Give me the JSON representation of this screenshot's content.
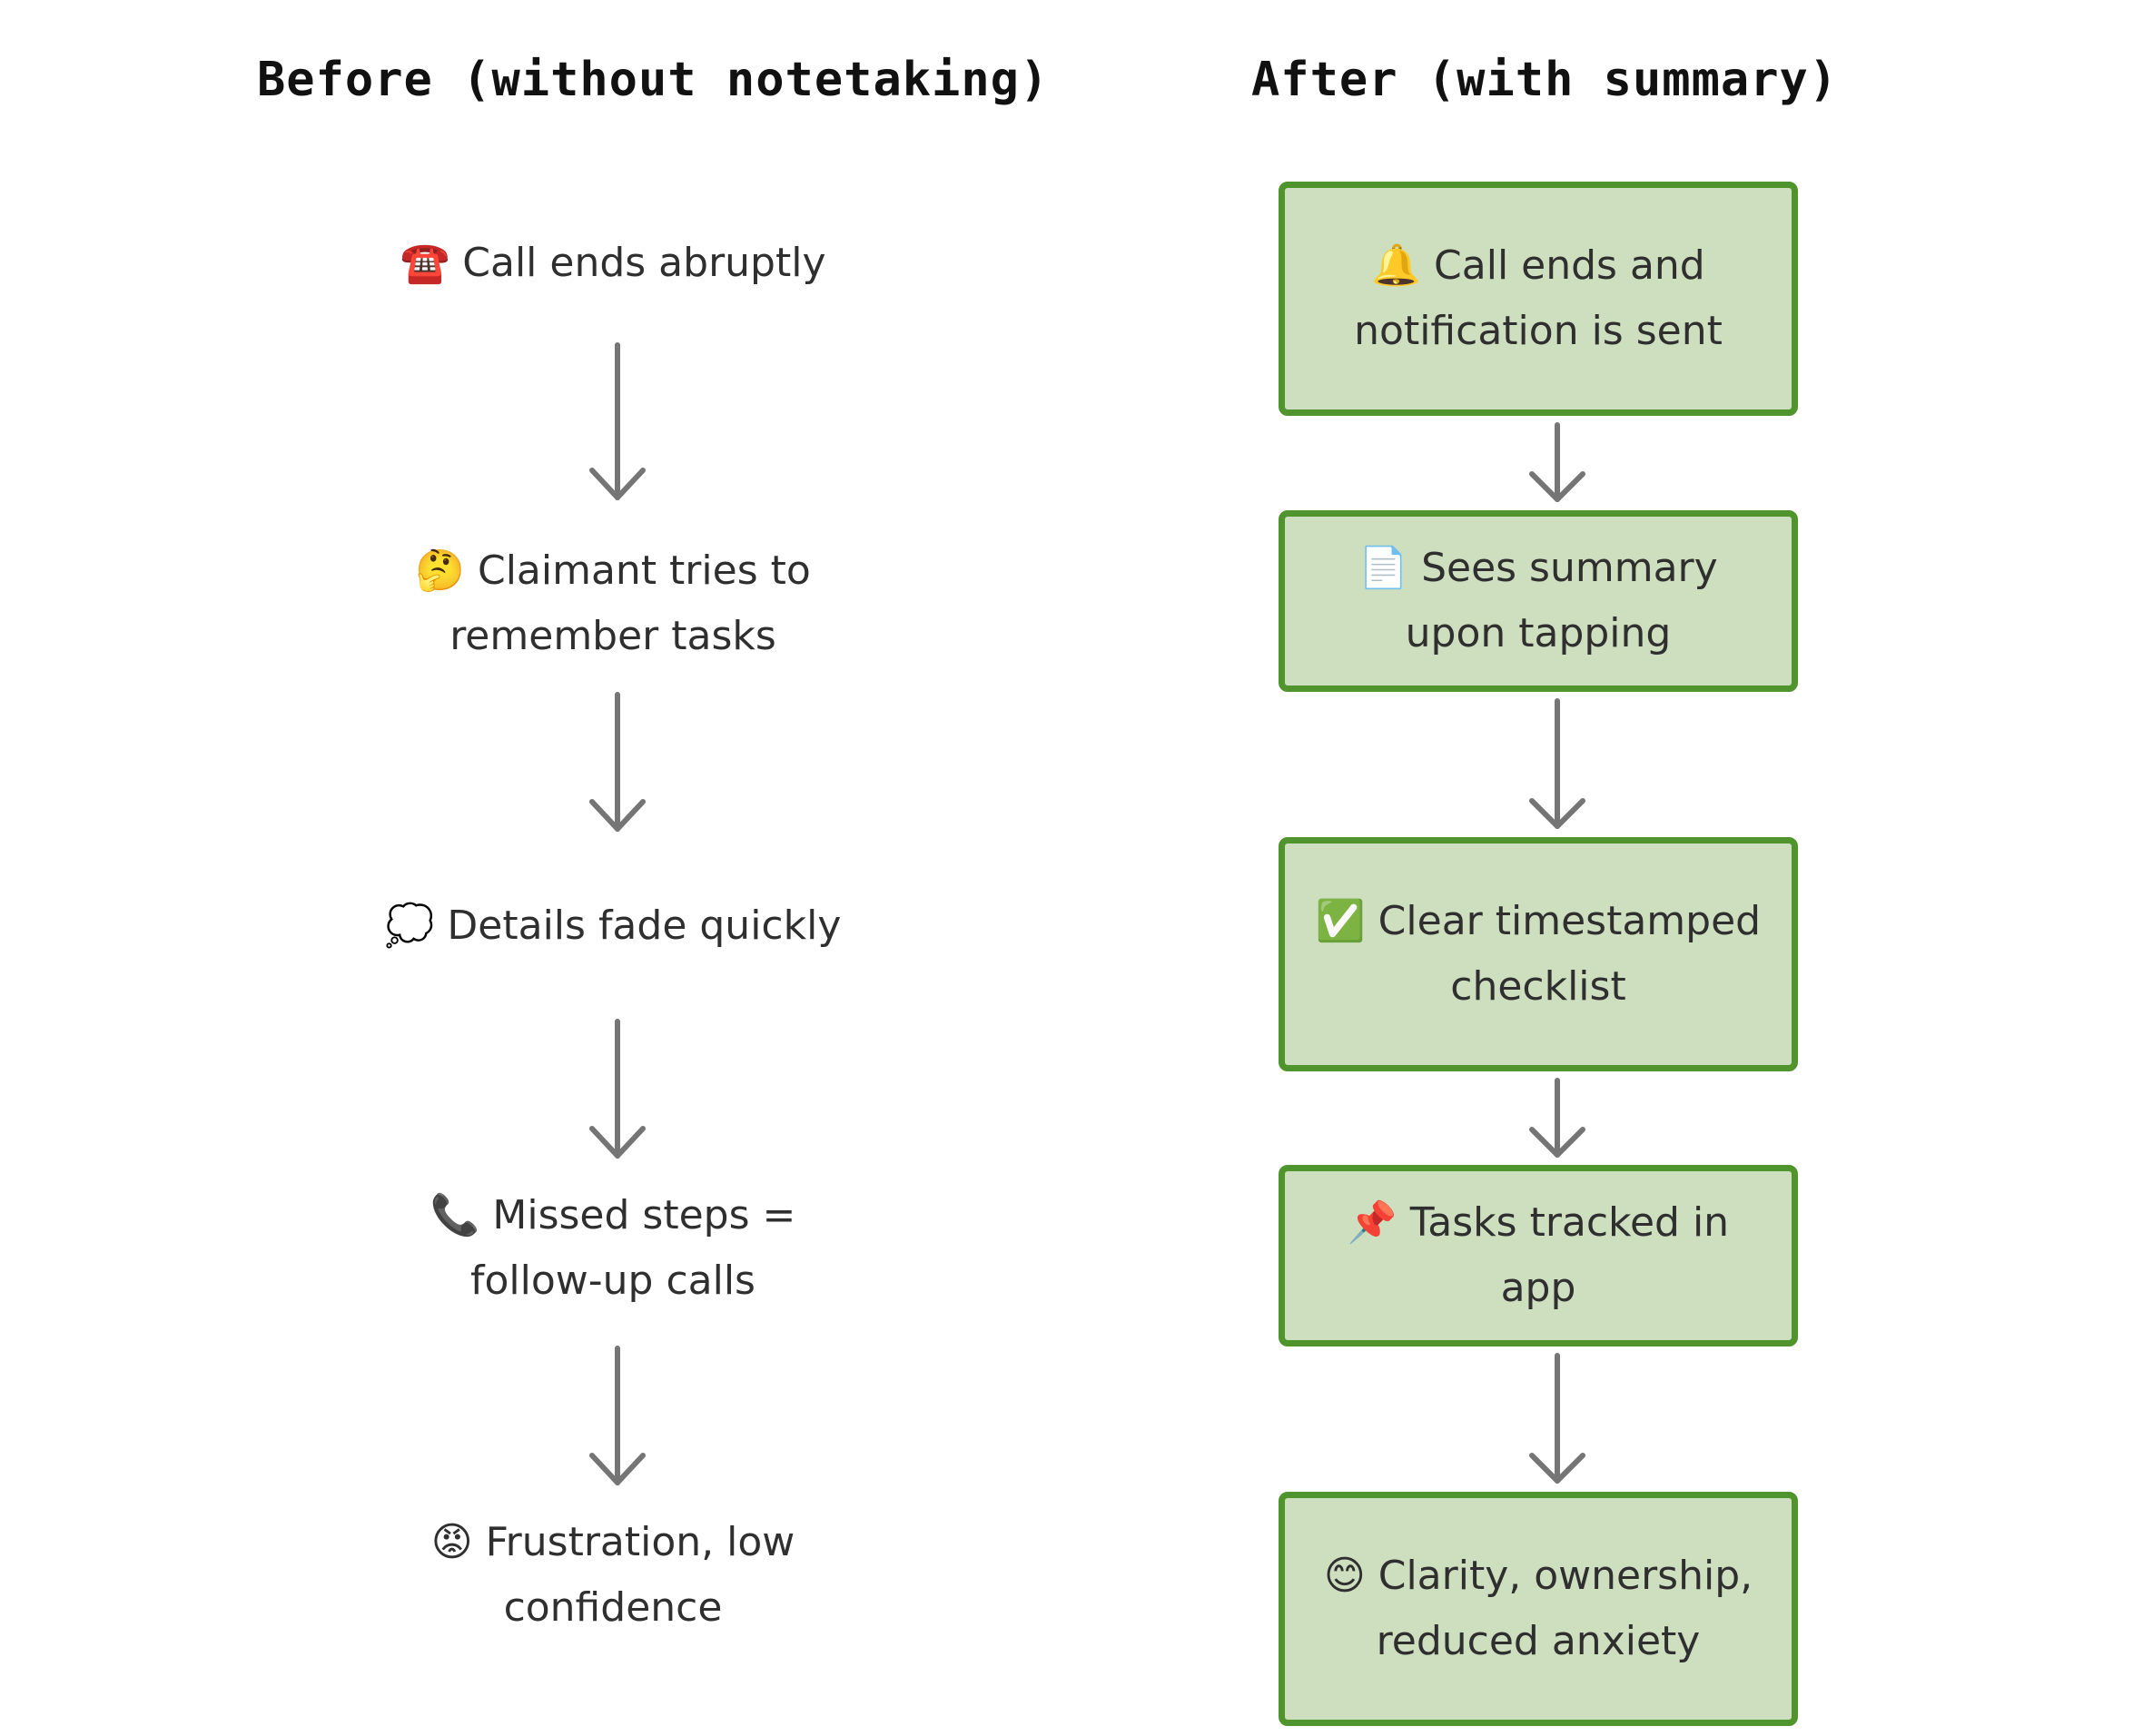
{
  "titles": {
    "before": "Before (without notetaking)",
    "after": "After (with summary)"
  },
  "before_steps": [
    {
      "icon": "telephone-icon",
      "text": "☎️ Call ends abruptly"
    },
    {
      "icon": "thinking-face-icon",
      "text": "🤔 Claimant tries to remember tasks"
    },
    {
      "icon": "thought-balloon-icon",
      "text": "💭 Details fade quickly"
    },
    {
      "icon": "phone-receiver-icon",
      "text": "📞 Missed steps = follow-up calls"
    },
    {
      "icon": "angry-face-icon",
      "text": "😡 Frustration, low confidence"
    }
  ],
  "after_steps": [
    {
      "icon": "bell-icon",
      "text": "🔔 Call ends and notification is sent"
    },
    {
      "icon": "document-icon",
      "text": "📄 Sees summary upon tapping"
    },
    {
      "icon": "check-mark-icon",
      "text": "✅ Clear timestamped checklist"
    },
    {
      "icon": "pushpin-icon",
      "text": "📌 Tasks tracked in app"
    },
    {
      "icon": "smiling-face-icon",
      "text": "😊 Clarity, ownership, reduced anxiety"
    }
  ],
  "colors": {
    "box_fill": "#cddfbf",
    "box_border": "#4f942c",
    "arrow": "#757575",
    "text": "#2f2f2f"
  }
}
